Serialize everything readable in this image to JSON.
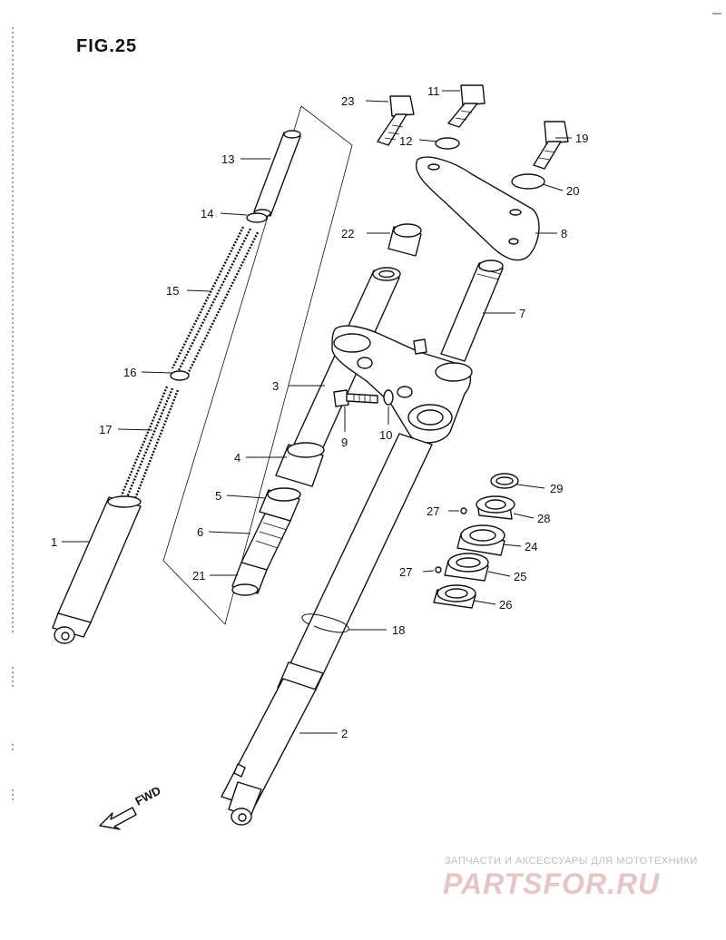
{
  "figure": {
    "title": "FIG.25"
  },
  "labels": {
    "p1": "1",
    "p2": "2",
    "p3": "3",
    "p4": "4",
    "p5": "5",
    "p6": "6",
    "p7": "7",
    "p8": "8",
    "p9": "9",
    "p10": "10",
    "p11": "11",
    "p12": "12",
    "p13": "13",
    "p14": "14",
    "p15": "15",
    "p16": "16",
    "p17": "17",
    "p18": "18",
    "p19": "19",
    "p20": "20",
    "p21": "21",
    "p22": "22",
    "p23": "23",
    "p24": "24",
    "p25": "25",
    "p26": "26",
    "p27a": "27",
    "p27b": "27",
    "p28": "28",
    "p29": "29"
  },
  "direction": {
    "text": "FWD"
  },
  "watermark": {
    "line1": "ЗАПЧАСТИ И АКСЕССУАРЫ ДЛЯ МОТОТЕХНИКИ",
    "line2": "PARTSFOR.RU"
  }
}
